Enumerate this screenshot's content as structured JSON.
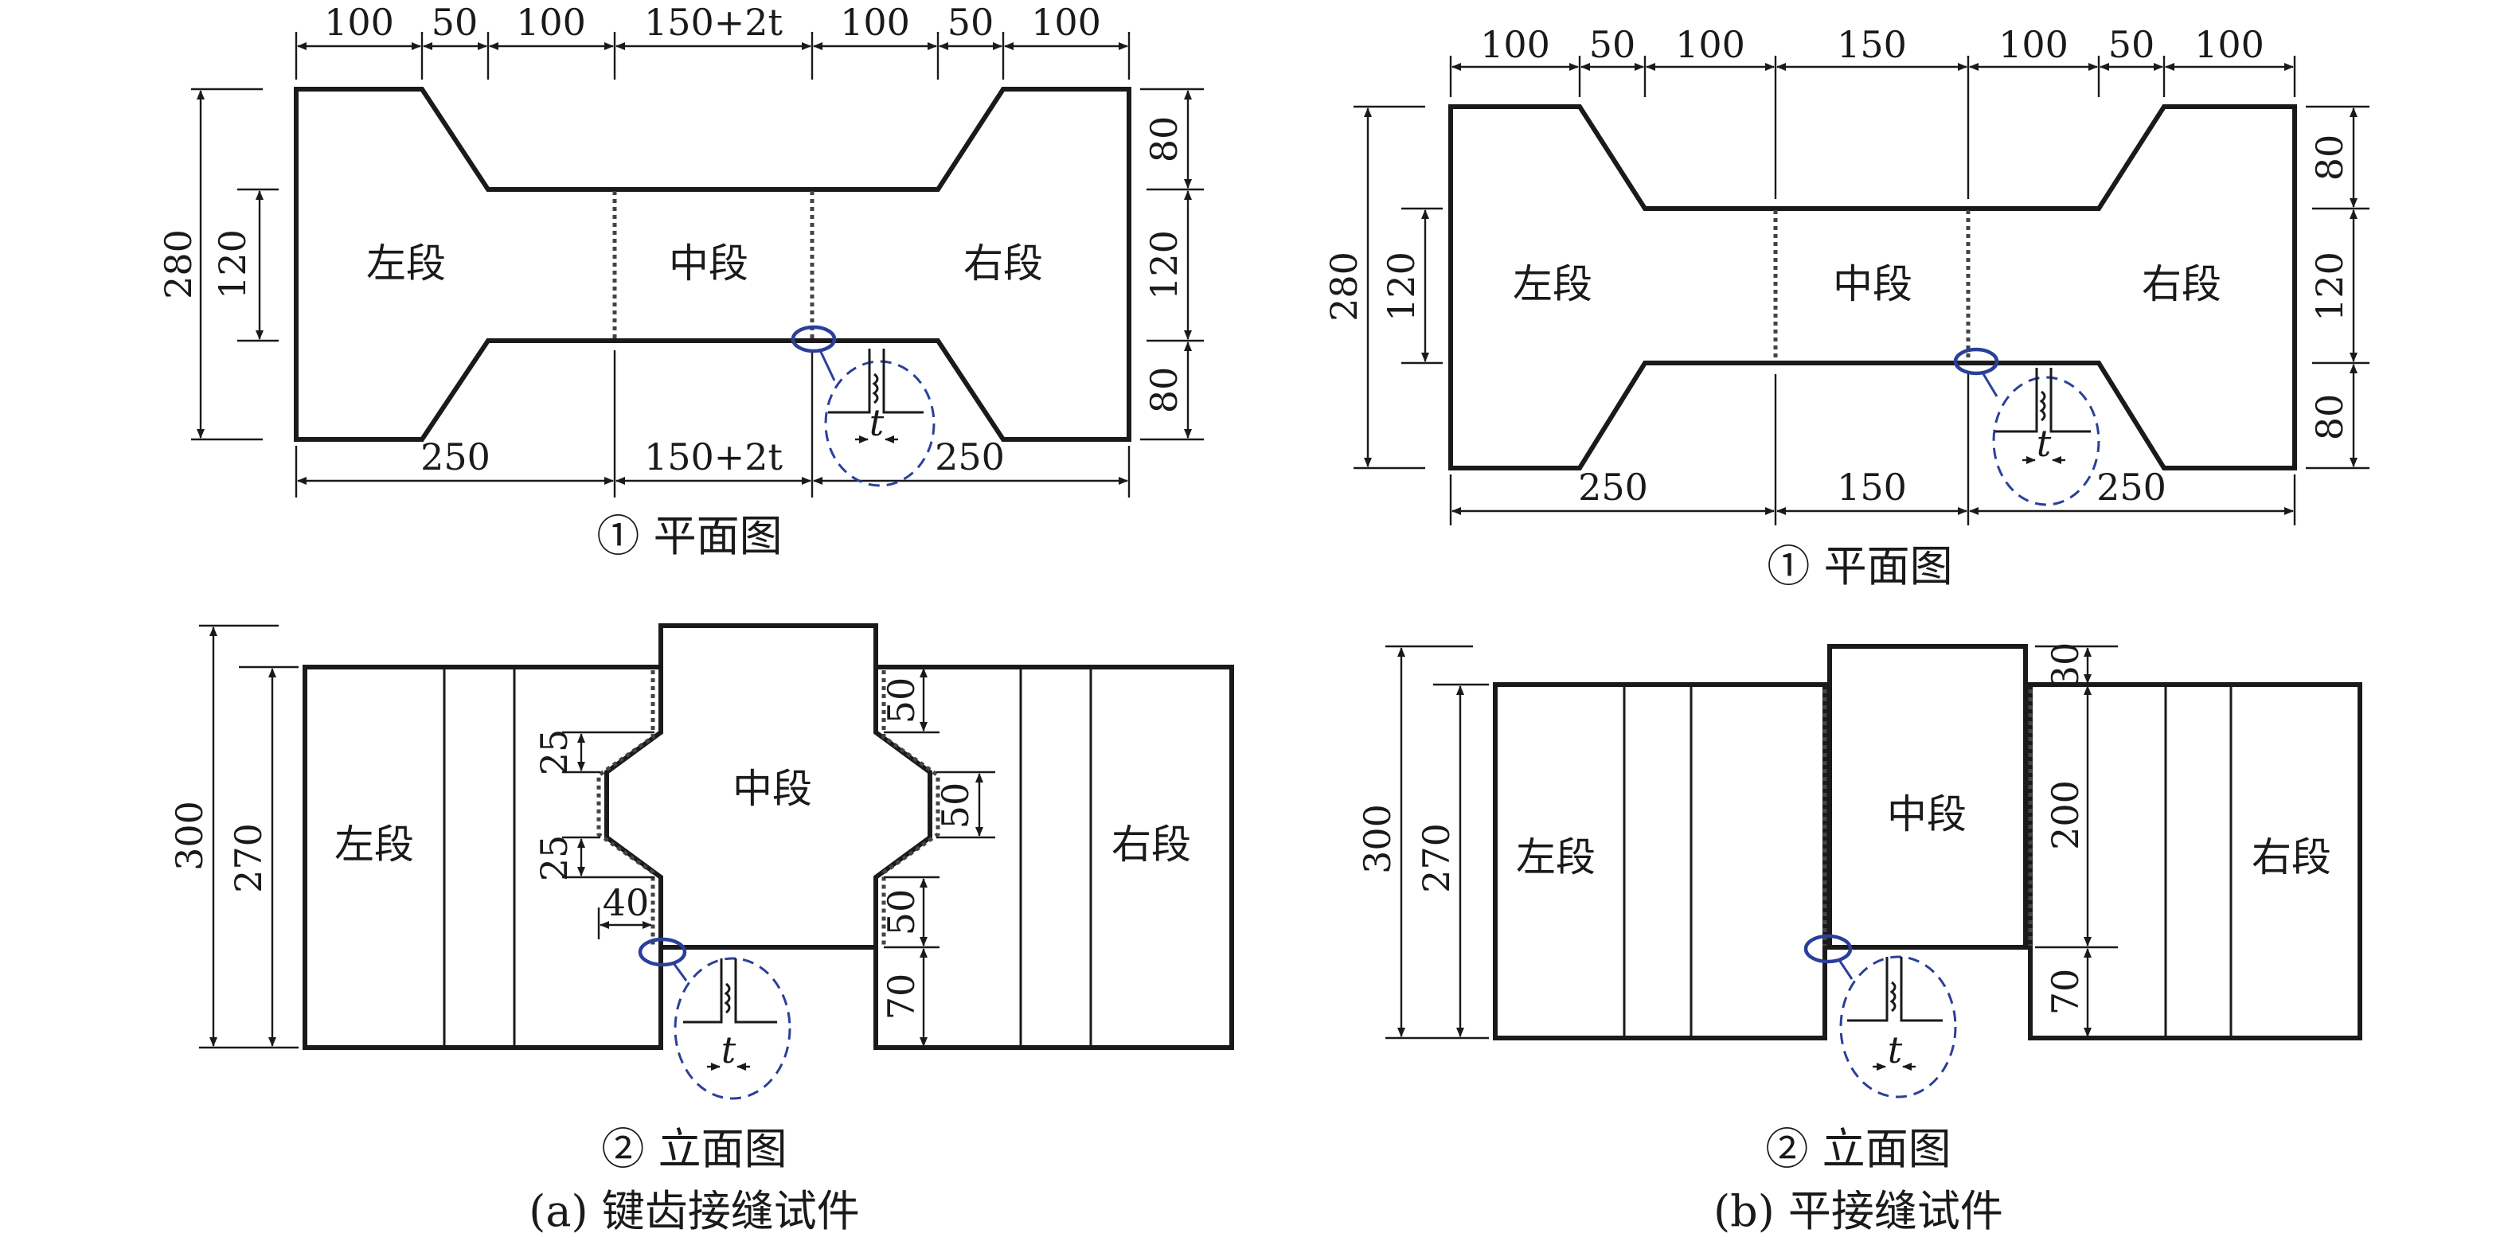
{
  "panel_a": {
    "caption": "(a) 键齿接缝试件",
    "plan": {
      "title": "① 平面图",
      "segments": {
        "left": "左段",
        "middle": "中段",
        "right": "右段"
      },
      "top_dims": [
        "100",
        "50",
        "100",
        "150+2t",
        "100",
        "50",
        "100"
      ],
      "bottom_dims": [
        "250",
        "150+2t",
        "250"
      ],
      "left_dims": {
        "outer": "280",
        "inner": "120"
      },
      "right_dims": [
        "80",
        "120",
        "80"
      ],
      "detail_label": "t"
    },
    "elevation": {
      "title": "② 立面图",
      "segments": {
        "left": "左段",
        "middle": "中段",
        "right": "右段"
      },
      "left_dims": {
        "outer": "300",
        "inner": "270"
      },
      "key_dims_left": [
        "25",
        "25",
        "40"
      ],
      "key_dims_right": [
        "50",
        "50",
        "50",
        "70"
      ],
      "detail_label": "t"
    }
  },
  "panel_b": {
    "caption": "(b) 平接缝试件",
    "plan": {
      "title": "① 平面图",
      "segments": {
        "left": "左段",
        "middle": "中段",
        "right": "右段"
      },
      "top_dims": [
        "100",
        "50",
        "100",
        "150",
        "100",
        "50",
        "100"
      ],
      "bottom_dims": [
        "250",
        "150",
        "250"
      ],
      "left_dims": {
        "outer": "280",
        "inner": "120"
      },
      "right_dims": [
        "80",
        "120",
        "80"
      ],
      "detail_label": "t"
    },
    "elevation": {
      "title": "② 立面图",
      "segments": {
        "left": "左段",
        "middle": "中段",
        "right": "右段"
      },
      "left_dims": {
        "outer": "300",
        "inner": "270"
      },
      "right_dims": [
        "30",
        "200",
        "70"
      ],
      "detail_label": "t"
    }
  }
}
